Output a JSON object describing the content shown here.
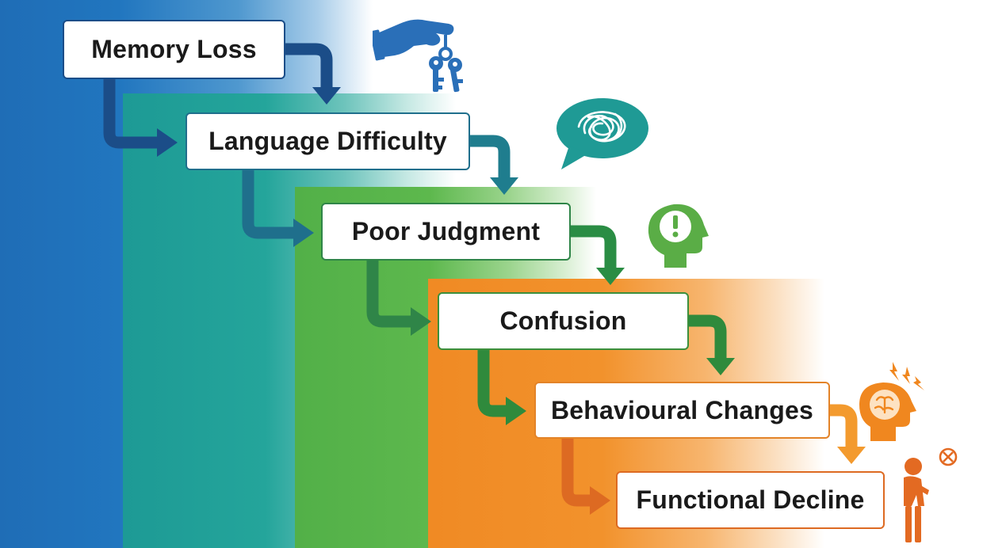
{
  "stages": [
    {
      "label": "Memory Loss",
      "icon": "hand-with-keys-icon",
      "color": "#1b4d88"
    },
    {
      "label": "Language Difficulty",
      "icon": "tangled-speech-bubble-icon",
      "color": "#1f6f8c"
    },
    {
      "label": "Poor Judgment",
      "icon": "head-with-exclamation-icon",
      "color": "#2f8548"
    },
    {
      "label": "Confusion",
      "icon": "",
      "color": "#3c8f3c"
    },
    {
      "label": "Behavioural Changes",
      "icon": "head-with-lightning-icon",
      "color": "#e38328"
    },
    {
      "label": "Functional Decline",
      "icon": "stooped-person-icon",
      "color": "#dd6a22"
    }
  ],
  "band_colors": [
    "#1f6db6",
    "#1d9a95",
    "#52b048",
    "#f08a24"
  ]
}
